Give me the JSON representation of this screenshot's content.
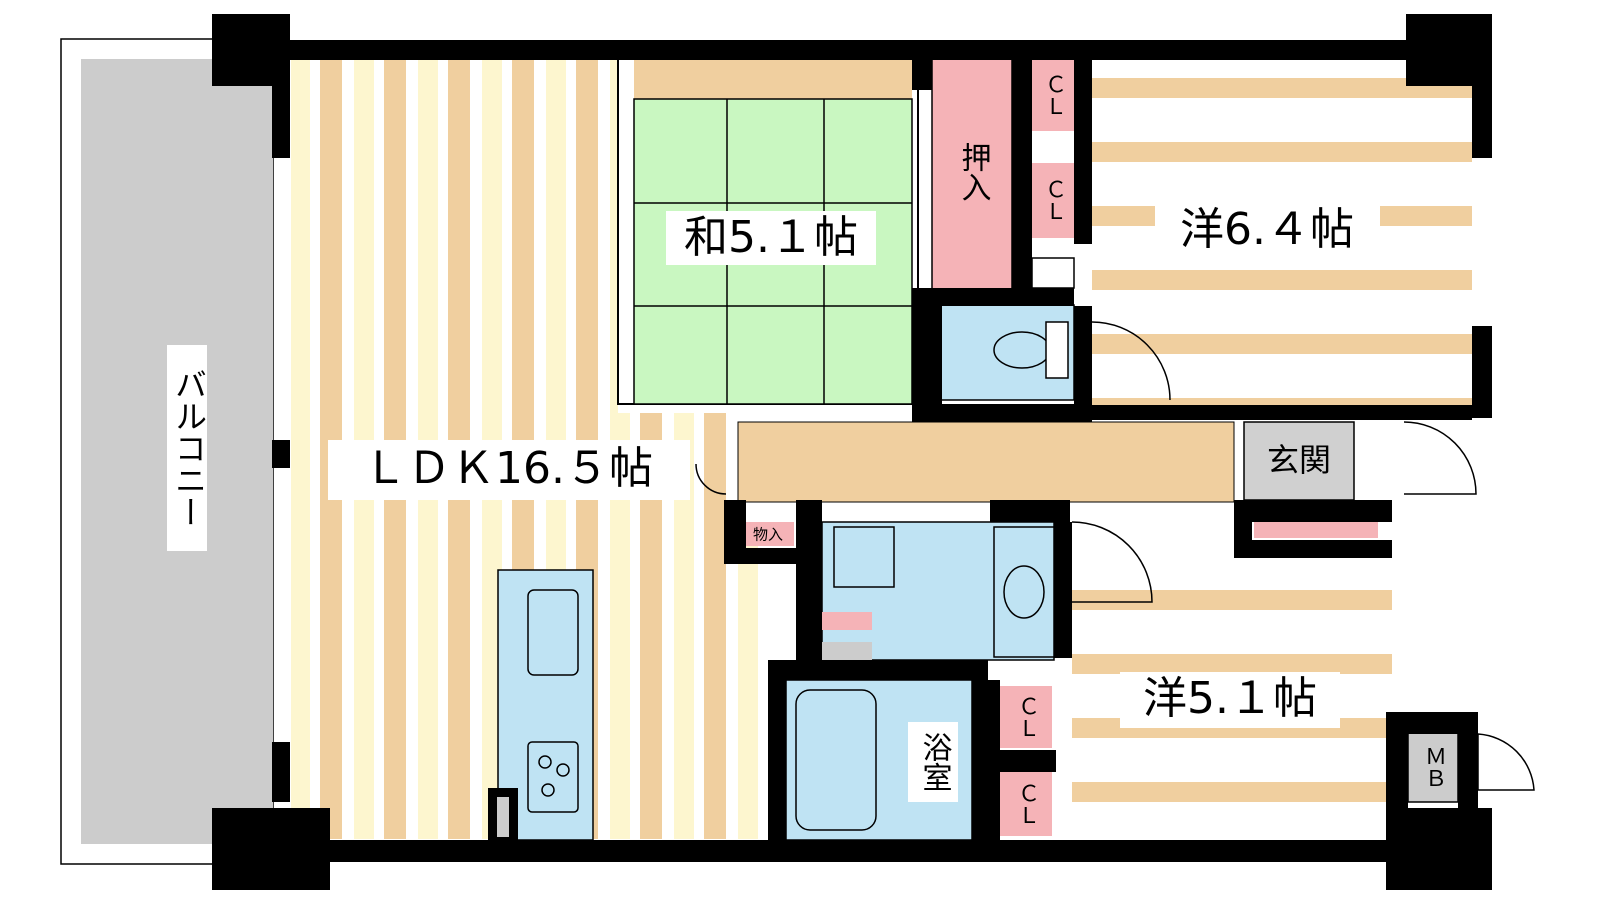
{
  "rooms": {
    "balcony": "バルコニー",
    "ldk": "ＬＤＫ16.５帖",
    "washitsu": "和5.１帖",
    "oshiire": "押入",
    "youshitsu_north": "洋6.４帖",
    "youshitsu_south": "洋5.１帖",
    "genkan": "玄関",
    "monoire": "物入",
    "bath": "浴室",
    "closet_1": "ＣＬ",
    "closet_2": "ＣＬ",
    "closet_3": "ＣＬ",
    "closet_4": "ＣＬ",
    "meter_box": "ＭＢ"
  },
  "colors": {
    "wall": "#000000",
    "floor_stripe_a": "#f0cf9f",
    "floor_stripe_b": "#fdf6cf",
    "tatami": "#c9f7c1",
    "closet": "#f5b3b7",
    "wet_area": "#bfe3f3",
    "hallway": "#f0cf9f",
    "balcony": "#cccccc",
    "genkan": "#d0d0d0"
  }
}
